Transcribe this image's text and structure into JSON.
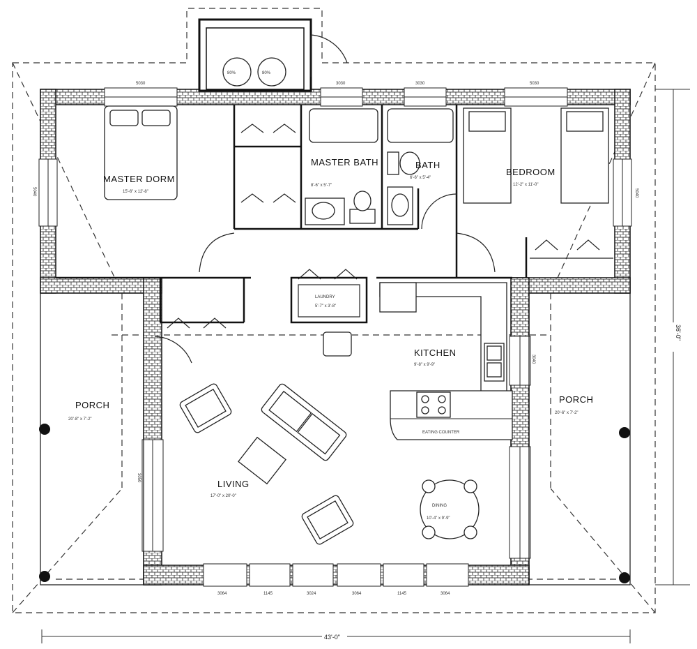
{
  "plan": {
    "overall_width": "43'-0\"",
    "overall_depth": "36'-0\"",
    "rooms": [
      {
        "id": "master_dorm",
        "name": "MASTER DORM",
        "size": "15'-6\" x 12'-8\""
      },
      {
        "id": "master_bath",
        "name": "MASTER BATH",
        "size": "8'-6\" x 5'-7\""
      },
      {
        "id": "bath",
        "name": "BATH",
        "size": "6'-6\" x 5'-4\""
      },
      {
        "id": "bedroom",
        "name": "BEDROOM",
        "size": "12'-2\" x 11'-0\""
      },
      {
        "id": "laundry",
        "name": "LAUNDRY",
        "size": "5'-7\" x 3'-8\""
      },
      {
        "id": "kitchen",
        "name": "KITCHEN",
        "size": "9'-8\" x 9'-9\""
      },
      {
        "id": "porch_left",
        "name": "PORCH",
        "size": "20'-8\" x 7'-2\""
      },
      {
        "id": "porch_right",
        "name": "PORCH",
        "size": "20'-6\" x 7'-2\""
      },
      {
        "id": "living",
        "name": "LIVING",
        "size": "17'-0\" x 20'-0\""
      },
      {
        "id": "dining",
        "name": "DINING",
        "size": "10'-4\" x 9'-9\""
      }
    ],
    "counters": {
      "eating_counter": "EATING COUNTER"
    },
    "tanks": {
      "tank1": "80%",
      "tank2": "80%"
    },
    "window_tags": {
      "top": [
        "5030",
        "3030",
        "3030",
        "5030"
      ],
      "bottom": [
        "3064",
        "1145",
        "3024",
        "3064",
        "1145",
        "3064"
      ],
      "left_upper": "5040",
      "left_lower": "3050",
      "right_upper": "5040",
      "right_kitchen": "3040"
    }
  }
}
